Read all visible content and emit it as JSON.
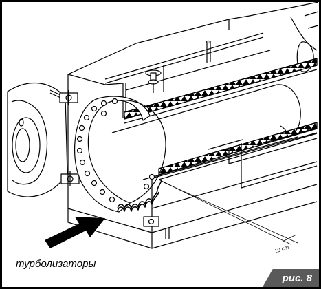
{
  "labels": {
    "turbulators": "турболизаторы",
    "dimension": "10 cm",
    "figure": "рис. 8"
  }
}
